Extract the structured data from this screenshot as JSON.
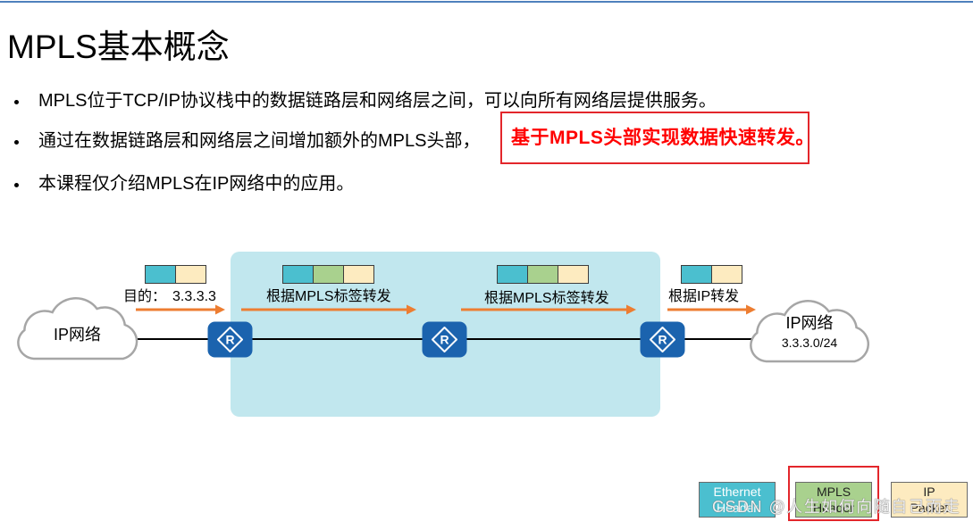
{
  "slide": {
    "title": "MPLS基本概念",
    "bullets": [
      {
        "text": "MPLS位于TCP/IP协议栈中的数据链路层和网络层之间，可以向所有网络层提供服务。"
      },
      {
        "text": "通过在数据链路层和网络层之间增加额外的MPLS头部，",
        "highlight": "基于MPLS头部实现数据快速转发。"
      },
      {
        "text": "本课程仅介绍MPLS在IP网络中的应用。"
      }
    ]
  },
  "diagram": {
    "source_network": {
      "label": "IP网络"
    },
    "destination_network": {
      "label": "IP网络",
      "prefix": "3.3.3.0/24"
    },
    "routers": [
      {
        "icon": "router-icon",
        "label": "R"
      },
      {
        "icon": "router-icon",
        "label": "R"
      },
      {
        "icon": "router-icon",
        "label": "R"
      }
    ],
    "hops": [
      {
        "label": "目的：",
        "value": "3.3.3.3",
        "packet": [
          0,
          2
        ]
      },
      {
        "label": "根据MPLS标签转发",
        "packet": [
          0,
          1,
          2
        ]
      },
      {
        "label": "根据MPLS标签转发",
        "packet": [
          0,
          1,
          2
        ]
      },
      {
        "label": "根据IP转发",
        "packet": [
          0,
          2
        ]
      }
    ]
  },
  "legend": {
    "items": [
      {
        "lines": [
          "Ethernet",
          "Header"
        ],
        "color": "#4bbfcf",
        "text_color": "#ffffff",
        "highlighted": false
      },
      {
        "lines": [
          "MPLS",
          "Header"
        ],
        "color": "#a9d18e",
        "text_color": "#1f1f1f",
        "highlighted": true
      },
      {
        "lines": [
          "IP",
          "Packet"
        ],
        "color": "#fdebc0",
        "text_color": "#1f1f1f",
        "highlighted": false
      }
    ]
  },
  "watermark": "CSDN @人生如何向随自己而走",
  "colors": {
    "title_line": "#4f81bd",
    "highlight_text": "#ff0000",
    "highlight_border": "#e3262b",
    "mpls_domain": "#c1e7ee",
    "router": "#1b63ae",
    "arrow": "#ed7d31",
    "cloud_stroke": "#a6a6a6",
    "link": "#000000"
  }
}
